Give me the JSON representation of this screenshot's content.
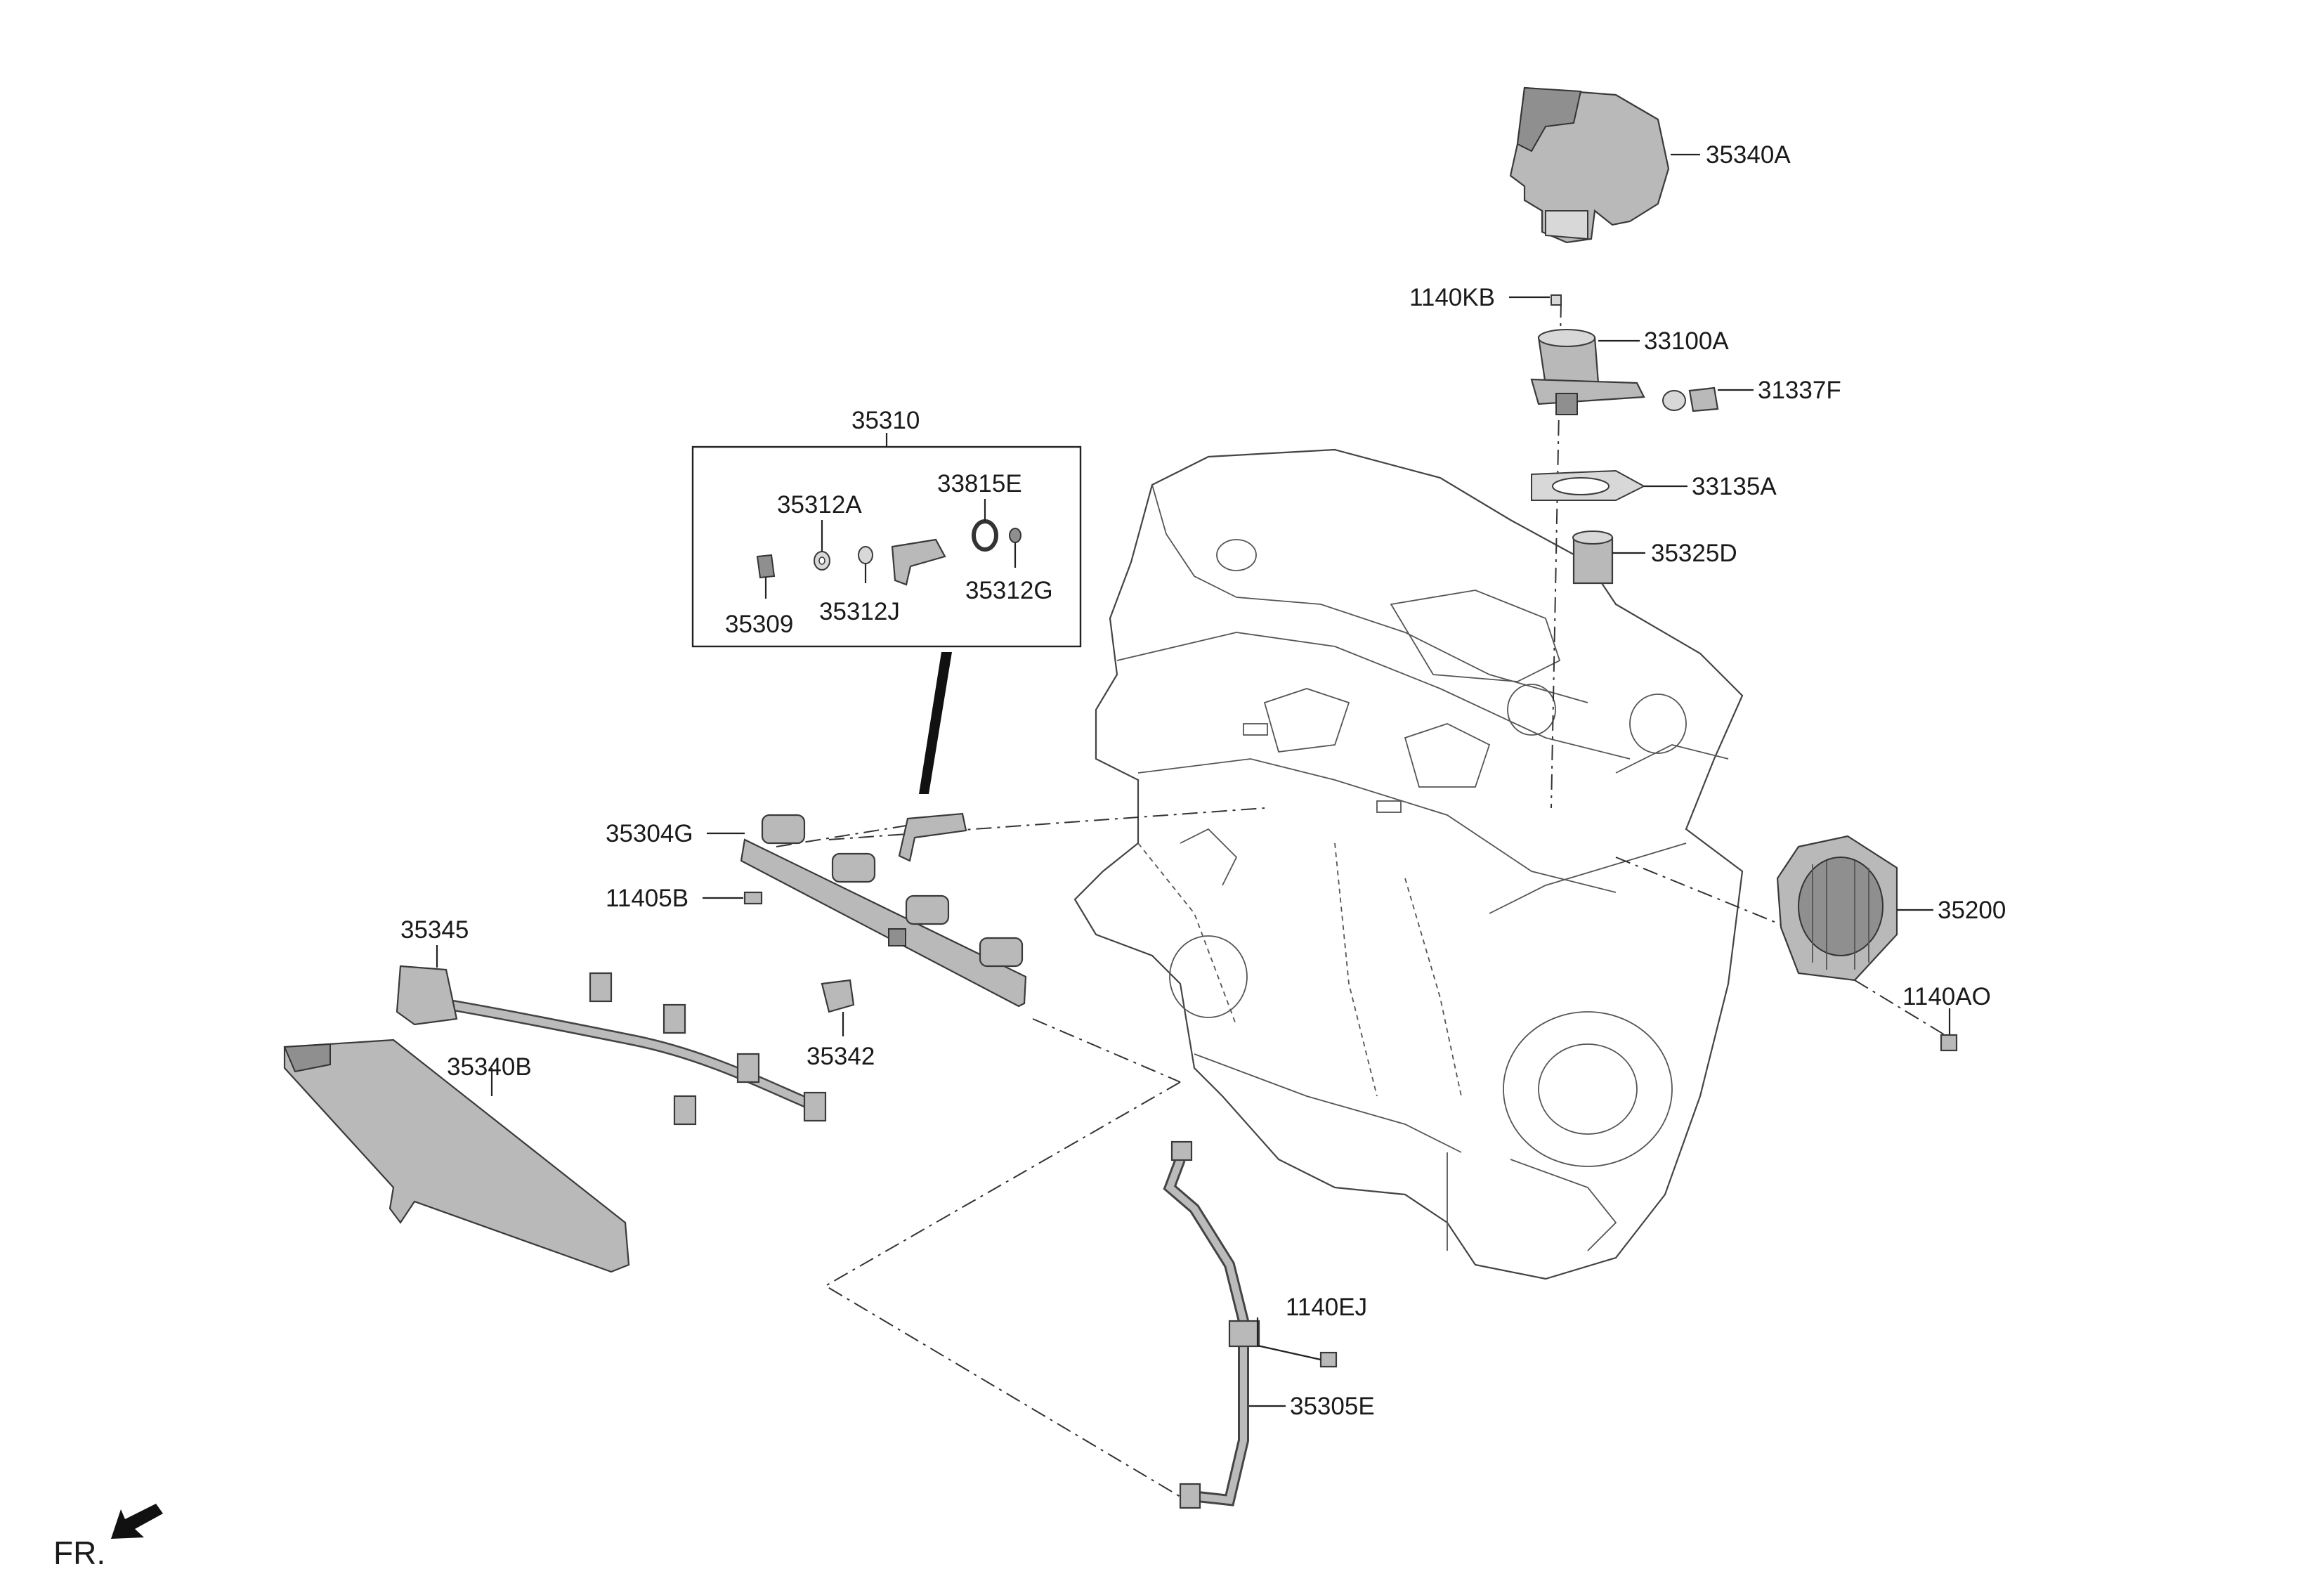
{
  "labels": {
    "p35340A": "35340A",
    "p1140KB": "1140KB",
    "p33100A": "33100A",
    "p31337F": "31337F",
    "p33135A": "33135A",
    "p35325D": "35325D",
    "p35310": "35310",
    "p35312A": "35312A",
    "p33815E": "33815E",
    "p35312G": "35312G",
    "p35312J": "35312J",
    "p35309": "35309",
    "p35304G": "35304G",
    "p11405B": "11405B",
    "p35345": "35345",
    "p35342": "35342",
    "p35340B": "35340B",
    "p35200": "35200",
    "p1140AO": "1140AO",
    "p1140EJ": "1140EJ",
    "p35305E": "35305E"
  },
  "orientation": {
    "text": "FR.",
    "icon": "front-direction-arrow-icon"
  },
  "colors": {
    "part_fill": "#b9b9b9",
    "line": "#222222",
    "background": "#ffffff"
  }
}
